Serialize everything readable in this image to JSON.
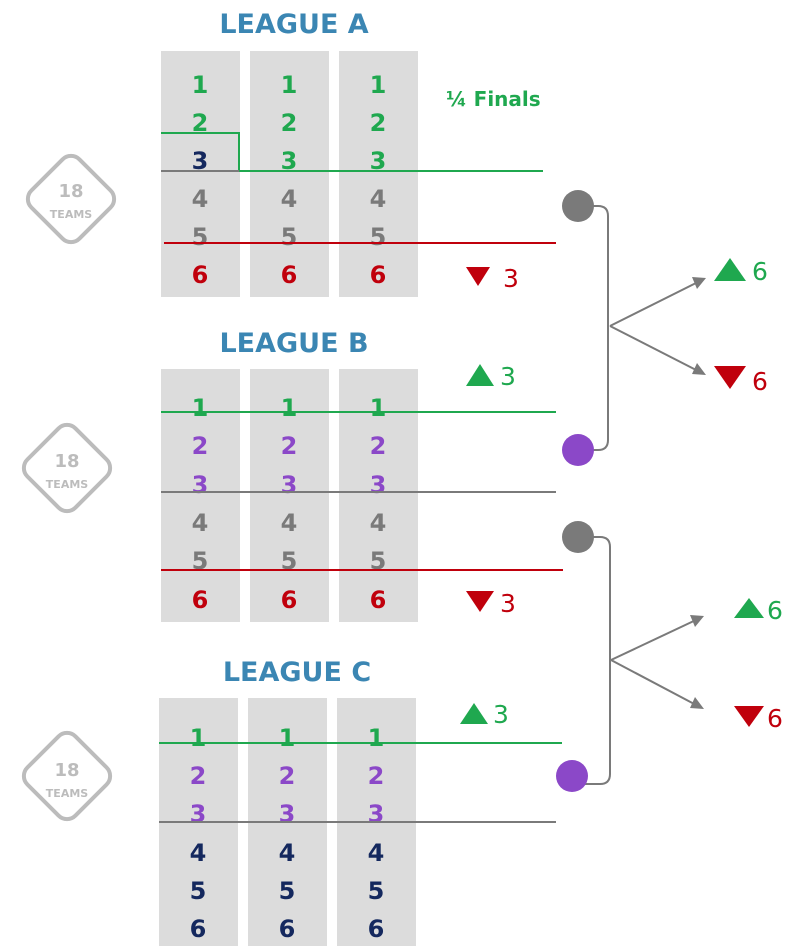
{
  "colors": {
    "title": "#3b86b3",
    "green": "#1fa84f",
    "red": "#c0000c",
    "purple": "#8b48c8",
    "grey": "#7a7a7a",
    "navy": "#14285e",
    "column_bg": "#dcdcdc",
    "badge": "#bcbcbc"
  },
  "quarter_finals_label": "¼ Finals",
  "leagues": [
    {
      "title": "LEAGUE A",
      "badge": {
        "number": "18",
        "label": "TEAMS"
      },
      "columns": [
        [
          "1",
          "2",
          "3",
          "4",
          "5",
          "6"
        ],
        [
          "1",
          "2",
          "3",
          "4",
          "5",
          "6"
        ],
        [
          "1",
          "2",
          "3",
          "4",
          "5",
          "6"
        ]
      ],
      "row_colors": [
        [
          "green",
          "green",
          "navy",
          "grey",
          "grey",
          "red"
        ],
        [
          "green",
          "green",
          "green",
          "grey",
          "grey",
          "red"
        ],
        [
          "green",
          "green",
          "green",
          "grey",
          "grey",
          "red"
        ]
      ],
      "relegation_label": "3"
    },
    {
      "title": "LEAGUE B",
      "badge": {
        "number": "18",
        "label": "TEAMS"
      },
      "columns": [
        [
          "1",
          "2",
          "3",
          "4",
          "5",
          "6"
        ],
        [
          "1",
          "2",
          "3",
          "4",
          "5",
          "6"
        ],
        [
          "1",
          "2",
          "3",
          "4",
          "5",
          "6"
        ]
      ],
      "row_colors": [
        [
          "green",
          "purple",
          "purple",
          "grey",
          "grey",
          "red"
        ],
        [
          "green",
          "purple",
          "purple",
          "grey",
          "grey",
          "red"
        ],
        [
          "green",
          "purple",
          "purple",
          "grey",
          "grey",
          "red"
        ]
      ],
      "promotion_label": "3",
      "relegation_label": "3"
    },
    {
      "title": "LEAGUE C",
      "badge": {
        "number": "18",
        "label": "TEAMS"
      },
      "columns": [
        [
          "1",
          "2",
          "3",
          "4",
          "5",
          "6"
        ],
        [
          "1",
          "2",
          "3",
          "4",
          "5",
          "6"
        ],
        [
          "1",
          "2",
          "3",
          "4",
          "5",
          "6"
        ]
      ],
      "row_colors": [
        [
          "green",
          "purple",
          "purple",
          "navy",
          "navy",
          "navy"
        ],
        [
          "green",
          "purple",
          "purple",
          "navy",
          "navy",
          "navy"
        ],
        [
          "green",
          "purple",
          "purple",
          "navy",
          "navy",
          "navy"
        ]
      ],
      "promotion_label": "3"
    }
  ],
  "playoffs": [
    {
      "up_label": "6",
      "down_label": "6",
      "top_node": "grey",
      "bottom_node": "purple"
    },
    {
      "up_label": "6",
      "down_label": "6",
      "top_node": "grey",
      "bottom_node": "purple"
    }
  ]
}
